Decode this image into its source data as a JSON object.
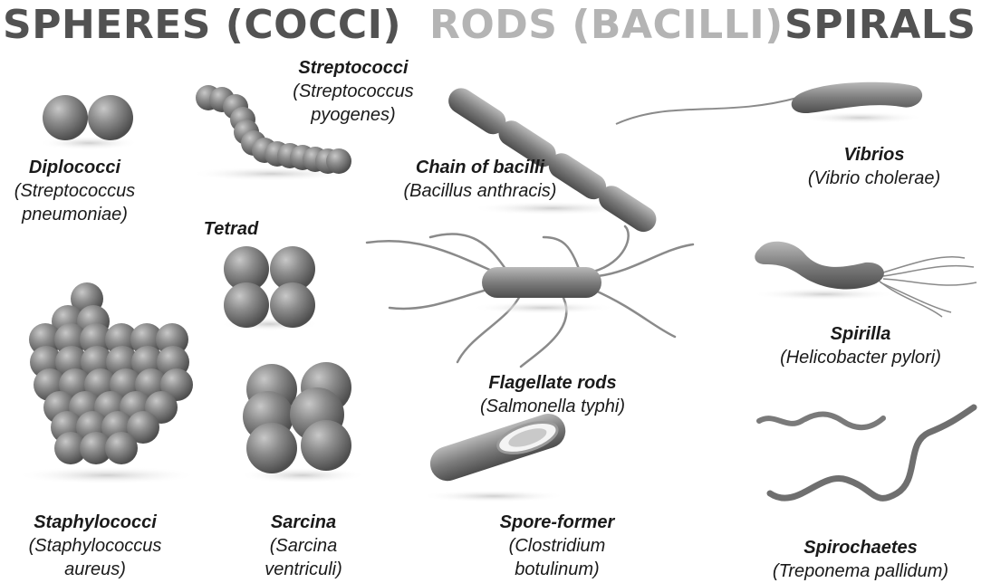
{
  "headings": {
    "spheres": "SPHERES (COCCI)",
    "rods": "RODS (BACILLI)",
    "spirals": "SPIRALS"
  },
  "labels": {
    "streptococci": {
      "name": "Streptococci",
      "species_1": "(Streptococcus",
      "species_2": "pyogenes)"
    },
    "diplococci": {
      "name": "Diplococci",
      "species_1": "(Streptococcus",
      "species_2": "pneumoniae)"
    },
    "tetrad": {
      "name": "Tetrad"
    },
    "staphylococci": {
      "name": "Staphylococci",
      "species_1": "(Staphylococcus",
      "species_2": "aureus)"
    },
    "sarcina": {
      "name": "Sarcina",
      "species_1": "(Sarcina",
      "species_2": "ventriculi)"
    },
    "chain_of_bacilli": {
      "name": "Chain of bacilli",
      "species_1": "(Bacillus anthracis)"
    },
    "flagellate_rods": {
      "name": "Flagellate rods",
      "species_1": "(Salmonella typhi)"
    },
    "spore_former": {
      "name": "Spore-former",
      "species_1": "(Clostridium",
      "species_2": "botulinum)"
    },
    "vibrios": {
      "name": "Vibrios",
      "species_1": "(Vibrio cholerae)"
    },
    "spirilla": {
      "name": "Spirilla",
      "species_1": "(Helicobacter pylori)"
    },
    "spirochaetes": {
      "name": "Spirochaetes",
      "species_1": "(Treponema pallidum)"
    }
  },
  "colors": {
    "heading_dark": "#525252",
    "heading_light": "#b4b4b4",
    "cell_fill": "#8a8a8a",
    "cell_shadow": "#5a5a5a",
    "text": "#1a1a1a"
  }
}
